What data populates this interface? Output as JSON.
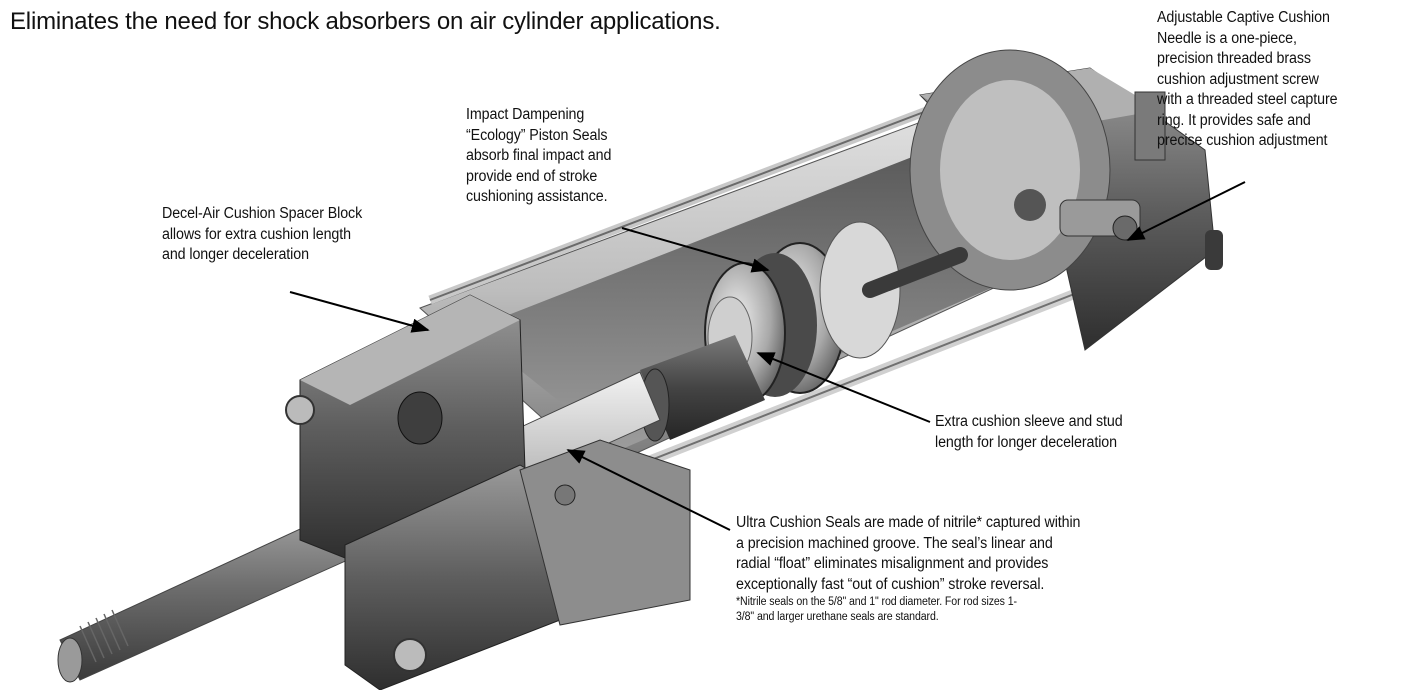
{
  "headline": "Eliminates the need for shock absorbers on air cylinder applications.",
  "callouts": {
    "needle": [
      "Adjustable Captive Cushion",
      "Needle is a one-piece,",
      "precision threaded brass",
      "cushion adjustment screw",
      "with a threaded steel capture",
      "ring. It provides safe and",
      "precise cushion adjustment"
    ],
    "piston": [
      "Impact Dampening",
      "“Ecology” Piston Seals",
      "absorb final impact and",
      "provide end of stroke",
      "cushioning assistance."
    ],
    "spacer": [
      "Decel-Air Cushion Spacer Block",
      "allows for extra cushion length",
      "and longer deceleration"
    ],
    "sleeve": [
      "Extra cushion sleeve and stud",
      "length for longer deceleration"
    ],
    "seals": [
      "Ultra Cushion Seals are made of nitrile* captured within",
      "a precision machined groove. The seal’s linear and",
      "radial “float” eliminates misalignment and provides",
      "exceptionally fast “out of cushion” stroke reversal."
    ],
    "seals_note": [
      "*Nitrile seals on the 5/8\" and 1\" rod diameter. For rod sizes 1-",
      "3/8\" and larger urethane seals are standard."
    ]
  },
  "illustration": {
    "subject": "cutaway air cylinder",
    "colors": {
      "metal_dark": "#3a3a3a",
      "metal_mid": "#8a8a8a",
      "metal_light": "#d4d4d4",
      "arrow": "#000000"
    }
  }
}
